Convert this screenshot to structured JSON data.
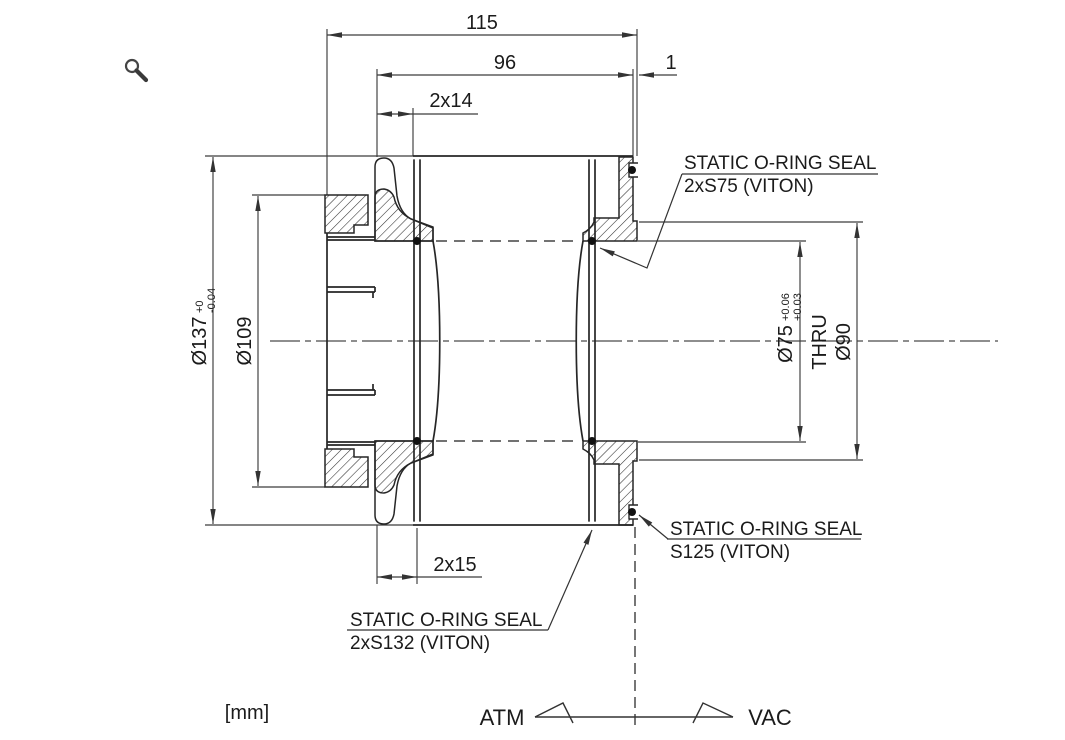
{
  "page": {
    "background": "#ffffff"
  },
  "drawing": {
    "colors": {
      "line": "#262626",
      "dim": "#3c3c3c",
      "text": "#1b1b1b"
    },
    "dims": {
      "total_length": "115",
      "body_length": "96",
      "end_offset": "1",
      "groove_pos_top": "2x14",
      "groove_pos_bottom": "2x15",
      "od": {
        "value": "Ø137",
        "tol_upper": "+0",
        "tol_lower": "-0.04"
      },
      "ring_bore": "Ø109",
      "bore": {
        "value": "Ø75",
        "tol_upper": "+0.06",
        "tol_lower": "+0.03",
        "thru": "THRU"
      },
      "boss": "Ø90"
    },
    "callouts": {
      "s75": {
        "title": "STATIC O-RING SEAL",
        "spec": "2xS75 (VITON)"
      },
      "s125": {
        "title": "STATIC O-RING SEAL",
        "spec": "S125 (VITON)"
      },
      "s132": {
        "title": "STATIC O-RING SEAL",
        "spec": "2xS132 (VITON)"
      }
    },
    "notes": {
      "units": "[mm]",
      "left": "ATM",
      "right": "VAC"
    }
  }
}
